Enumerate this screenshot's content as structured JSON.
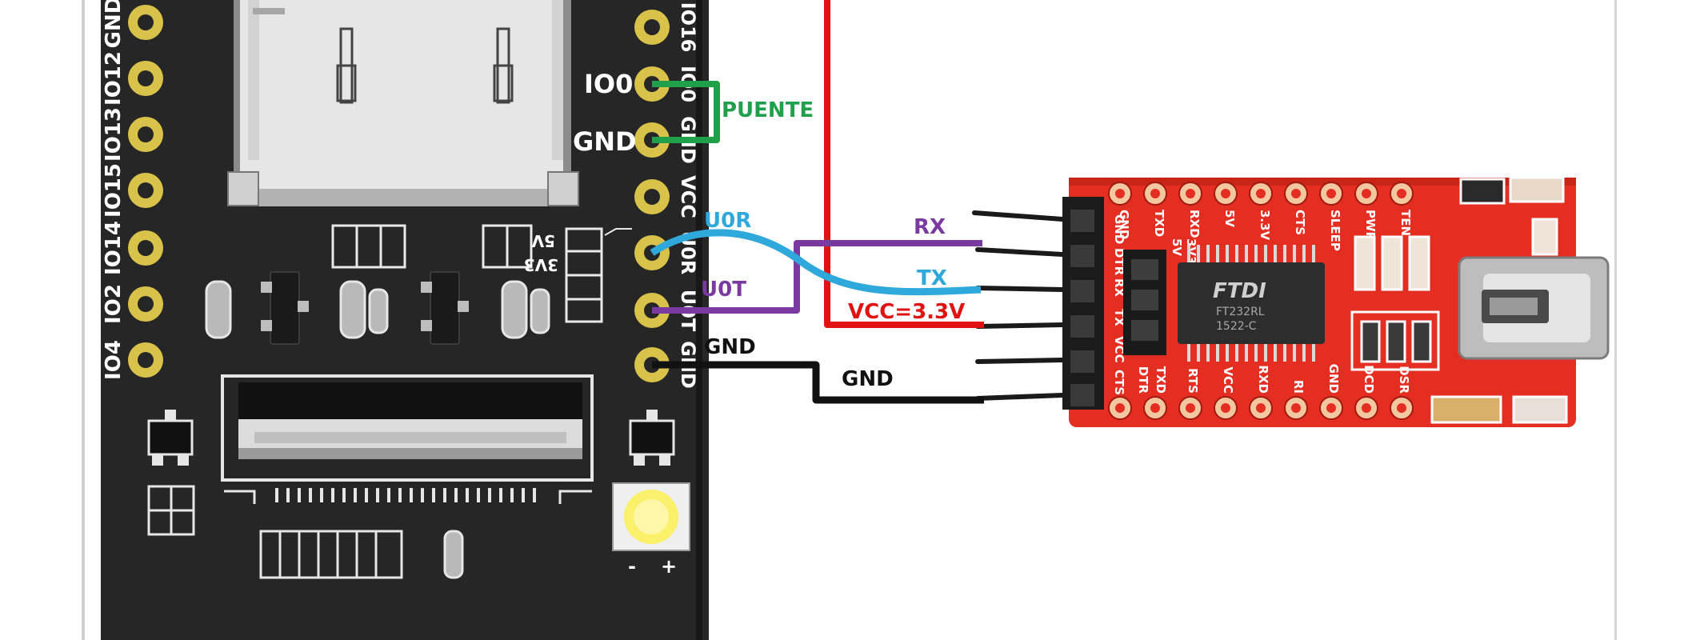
{
  "esp32cam": {
    "left_pins": [
      "GND",
      "IO12",
      "IO13",
      "IO15",
      "IO14",
      "IO2",
      "IO4"
    ],
    "right_pins": [
      "IO16",
      "IO0",
      "GND",
      "VCC",
      "U0R",
      "U0T",
      "GND"
    ],
    "silk_5v": "5V",
    "silk_3v3": "3V3",
    "led_minus": "-",
    "led_plus": "+"
  },
  "annotations": {
    "io0": "IO0",
    "gnd_jumper": "GND",
    "puente": "PUENTE",
    "u0r": "U0R",
    "u0t": "U0T",
    "gnd_wire_left": "GND",
    "gnd_wire_right": "GND",
    "rx": "RX",
    "tx": "TX",
    "vcc": "VCC=3.3V"
  },
  "ftdi": {
    "header_labels": [
      "GND",
      "TXD",
      "RXD",
      "5V",
      "3.3V",
      "CTS",
      "SLEEP",
      "PWREN",
      "TEN"
    ],
    "side_labels": [
      "GND",
      "DTR",
      "RX",
      "TX",
      "VCC",
      "CTS"
    ],
    "bottom_labels": [
      "DTR",
      "TXD",
      "RTS",
      "VCC",
      "RXD",
      "RI",
      "GND",
      "DCD",
      "DSR"
    ],
    "jumper_labels": [
      "5V",
      "3V3"
    ],
    "chip_brand": "FTDI",
    "chip_line1": "FT232RL",
    "chip_line2": "1522-C"
  },
  "colors": {
    "board": "#262626",
    "pad": "#d9c24a",
    "ftdi_red": "#e42e22",
    "wire_green": "#21a04b",
    "wire_blue": "#2fa8dc",
    "wire_purple": "#7a3aa0",
    "wire_red": "#e01212",
    "wire_black": "#111111"
  }
}
